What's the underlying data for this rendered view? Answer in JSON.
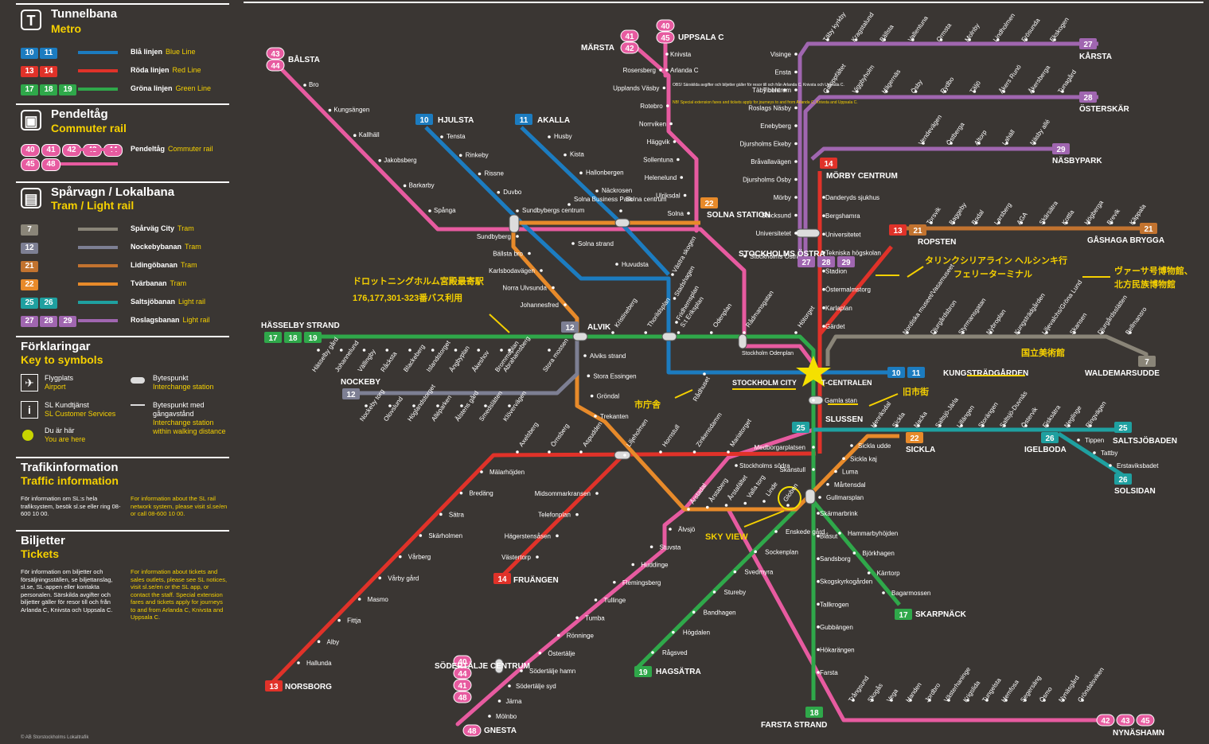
{
  "legend": {
    "metro": {
      "title": "Tunnelbana",
      "subtitle": "Metro",
      "icon": "metro-icon",
      "lines": [
        {
          "badges": [
            "10",
            "11"
          ],
          "color": "#1c7cc0",
          "name": "Blå linjen",
          "en": "Blue Line"
        },
        {
          "badges": [
            "13",
            "14"
          ],
          "color": "#e03229",
          "name": "Röda linjen",
          "en": "Red Line"
        },
        {
          "badges": [
            "17",
            "18",
            "19"
          ],
          "color": "#2fa84a",
          "name": "Gröna linjen",
          "en": "Green Line"
        }
      ]
    },
    "commuter": {
      "title": "Pendeltåg",
      "subtitle": "Commuter rail",
      "icon": "commuter-train-icon",
      "badges": [
        "40",
        "41",
        "42",
        "43",
        "44",
        "45",
        "48"
      ],
      "color": "#e75ba0",
      "name": "Pendeltåg",
      "en": "Commuter rail"
    },
    "tram": {
      "title": "Spårvagn / Lokalbana",
      "subtitle": "Tram / Light rail",
      "icon": "tram-icon",
      "lines": [
        {
          "badges": [
            "7"
          ],
          "color": "#8a8578",
          "name": "Spårväg City",
          "en": "Tram"
        },
        {
          "badges": [
            "12"
          ],
          "color": "#7d7f93",
          "name": "Nockebybanan",
          "en": "Tram"
        },
        {
          "badges": [
            "21"
          ],
          "color": "#c2732f",
          "name": "Lidingöbanan",
          "en": "Tram"
        },
        {
          "badges": [
            "22"
          ],
          "color": "#e78a2a",
          "name": "Tvärbanan",
          "en": "Tram"
        },
        {
          "badges": [
            "25",
            "26"
          ],
          "color": "#1fa0a0",
          "name": "Saltsjöbanan",
          "en": "Light rail"
        },
        {
          "badges": [
            "27",
            "28",
            "29"
          ],
          "color": "#a066b0",
          "name": "Roslagsbanan",
          "en": "Light rail"
        }
      ]
    },
    "key": {
      "title": "Förklaringar",
      "subtitle": "Key to symbols",
      "airport": "Flygplats",
      "airport_en": "Airport",
      "sl": "SL Kundtjänst",
      "sl_en": "SL Customer Services",
      "here": "Du är här",
      "here_en": "You are here",
      "interchange": "Bytespunkt",
      "interchange_en": "Interchange station",
      "walk": "Bytespunkt med gångavstånd",
      "walk_en": "Interchange station within walking distance"
    },
    "traffic": {
      "title": "Trafikinformation",
      "subtitle": "Traffic information",
      "sv": "För information om SL:s hela trafiksystem, besök sl.se eller ring 08-600 10 00.",
      "en": "For information about the SL rail network system, please visit sl.se/en or call 08-600 10 00."
    },
    "tickets": {
      "title": "Biljetter",
      "subtitle": "Tickets",
      "sv": "För information om biljetter och försäljningsställen, se biljettanslag, sl.se, SL-appen eller kontakta personalen. Särskilda avgifter och biljetter gäller för resor till och från Arlanda C, Knivsta och Uppsala C.",
      "en": "For information about tickets and sales outlets, please see SL notices, visit sl.se/en or the SL app, or contact the staff. Special extension fares and tickets apply for journeys to and from Arlanda C, Knivsta and Uppsala C."
    },
    "copyright": "© AB Storstockholms Lokaltrafik"
  },
  "map": {
    "colors": {
      "blue": "#1c7cc0",
      "red": "#e03229",
      "green": "#2fa84a",
      "pink": "#e75ba0",
      "orange": "#e78a2a",
      "brown": "#c2732f",
      "gray": "#8a8578",
      "slate": "#7d7f93",
      "teal": "#1fa0a0",
      "purple": "#a066b0",
      "annotation": "#f5d000"
    },
    "terminals": [
      {
        "name": "BÅLSTA",
        "lines": [
          "43",
          "44"
        ]
      },
      {
        "name": "MÄRSTA",
        "lines": [
          "41",
          "42"
        ]
      },
      {
        "name": "UPPSALA C",
        "lines": [
          "40",
          "45"
        ]
      },
      {
        "name": "HJULSTA",
        "lines": [
          "10"
        ]
      },
      {
        "name": "AKALLA",
        "lines": [
          "11"
        ]
      },
      {
        "name": "KÅRSTA",
        "lines": [
          "27"
        ]
      },
      {
        "name": "ÖSTERSKÄR",
        "lines": [
          "28"
        ]
      },
      {
        "name": "NÄSBYPARK",
        "lines": [
          "29"
        ]
      },
      {
        "name": "MÖRBY CENTRUM",
        "lines": [
          "14"
        ]
      },
      {
        "name": "ROPSTEN",
        "lines": [
          "13",
          "21"
        ]
      },
      {
        "name": "GÅSHAGA BRYGGA",
        "lines": [
          "21"
        ]
      },
      {
        "name": "SOLNA STATION",
        "lines": [
          "22"
        ]
      },
      {
        "name": "HÄSSELBY STRAND",
        "lines": [
          "17",
          "18",
          "19"
        ]
      },
      {
        "name": "ALVIK",
        "lines": [
          "12"
        ]
      },
      {
        "name": "NOCKEBY",
        "lines": [
          "12"
        ]
      },
      {
        "name": "KUNGSTRÄDGÅRDEN",
        "lines": [
          "10",
          "11"
        ]
      },
      {
        "name": "WALDEMARSUDDE",
        "lines": [
          "7"
        ]
      },
      {
        "name": "SALTSJÖBADEN",
        "lines": [
          "25"
        ]
      },
      {
        "name": "IGELBODA",
        "lines": [
          "26"
        ]
      },
      {
        "name": "SOLSIDAN",
        "lines": [
          "26"
        ]
      },
      {
        "name": "SICKLA",
        "lines": [
          "22"
        ]
      },
      {
        "name": "SLUSSEN",
        "lines": [
          "25"
        ]
      },
      {
        "name": "FRUÄNGEN",
        "lines": [
          "14"
        ]
      },
      {
        "name": "NORSBORG",
        "lines": [
          "13"
        ]
      },
      {
        "name": "SÖDERTÄLJE CENTRUM",
        "lines": [
          "40",
          "44",
          "41",
          "48"
        ]
      },
      {
        "name": "GNESTA",
        "lines": [
          "48"
        ]
      },
      {
        "name": "HAGSÄTRA",
        "lines": [
          "19"
        ]
      },
      {
        "name": "SKARPNÄCK",
        "lines": [
          "17"
        ]
      },
      {
        "name": "FARSTA STRAND",
        "lines": [
          "18"
        ]
      },
      {
        "name": "NYNÄSHAMN",
        "lines": [
          "42",
          "43",
          "45"
        ]
      },
      {
        "name": "STOCKHOLMS ÖSTRA",
        "lines": [
          "27",
          "28",
          "29"
        ]
      }
    ],
    "stations": {
      "balsta": [
        "Bro",
        "Kungsängen",
        "Kallhäll",
        "Jakobsberg",
        "Barkarby",
        "Spånga"
      ],
      "marsta": [
        "Rosersberg",
        "Upplands Väsby",
        "Rotebro",
        "Norrviken",
        "Häggvik",
        "Sollentuna",
        "Helenelund",
        "Ulriksdal",
        "Solna"
      ],
      "uppsala": [
        "Knivsta",
        "Arlanda C"
      ],
      "hjulsta": [
        "Tensta",
        "Rinkeby",
        "Rissne",
        "Duvbo",
        "Sundbybergs centrum",
        "Solna strand",
        "Huvudsta",
        "Västra skogen",
        "Stadshagen",
        "Fridhemsplan",
        "Rådhuset"
      ],
      "akalla": [
        "Husby",
        "Kista",
        "Hallonbergen",
        "Näckrosen",
        "Solna centrum",
        "Solna Business Park"
      ],
      "green_west": [
        "Hässelby gård",
        "Johannelund",
        "Vällingby",
        "Råcksta",
        "Blackeberg",
        "Islandstorget",
        "Ängbyplan",
        "Åkeshov",
        "Brommaplan",
        "Abrahamsberg",
        "Stora mossen",
        "Kristineberg",
        "Thorildsplan",
        "S:t Eriksplan",
        "Odenplan",
        "Rådmansgatan",
        "Hötorget",
        "Gamla stan"
      ],
      "nockeby": [
        "Nockeby torg",
        "Olovslund",
        "Höglandstorget",
        "Alléparken",
        "Ålstens gård",
        "Smedslätten",
        "Klövervägen"
      ],
      "tvarbanan": [
        "Sundbyberg",
        "Bällsta bro",
        "Karlsbodavägen",
        "Norra Ulvsunda",
        "Johannesfred",
        "Alviks strand",
        "Stora Essingen",
        "Gröndal",
        "Trekanten",
        "Liljeholmen",
        "Årstadal",
        "Årstaberg",
        "Årstafältet",
        "Valla torg",
        "Linde",
        "Globen",
        "Gullmarsplan",
        "Mårtensdal",
        "Luma",
        "Sickla kaj",
        "Sickla udde"
      ],
      "red_north": [
        "Danderyds sjukhus",
        "Bergshamra",
        "Universitetet",
        "Tekniska högskolan",
        "Stadion",
        "Östermalmstorg",
        "Karlaplan",
        "Gärdet"
      ],
      "roslags": [
        "Visinge",
        "Ensta",
        "Täby centrum",
        "Roslags Näsby",
        "Enebyberg",
        "Djursholms Ekeby",
        "Bråvallavägen",
        "Djursholms Ösby",
        "Mörby",
        "Stocksund",
        "Universitetet",
        "Stockholms Östra",
        "Galoppfältet",
        "Viggbyholm",
        "Hägernäs",
        "Ösby",
        "Rydbo",
        "Täljö",
        "Åkers Runö",
        "Åkersberga",
        "Tunagård",
        "Vendevägen",
        "Östberga",
        "Altorp",
        "Lahäll",
        "Näsby allé",
        "Tibble",
        "Täby kyrkby",
        "Kragstalund",
        "Bällsta",
        "Vallentuna",
        "Ormsta",
        "Molnby",
        "Lindholmen",
        "Frösunda",
        "Ekskogen"
      ],
      "lidingo": [
        "Torsvik",
        "Baggeby",
        "Bodal",
        "Larsberg",
        "AGA",
        "Skärsätra",
        "Kottla",
        "Högberga",
        "Brevik",
        "Käppala"
      ],
      "tram_city": [
        "Nordiska museet/Vasamuseet",
        "Djurgårdsbron",
        "Styrmansgatan",
        "Nybroplan",
        "Kungsträdgården",
        "Liljevalchs/Gröna Lund",
        "Skansen",
        "Djurgårdsslätten",
        "Bellmansro"
      ],
      "saltsjo": [
        "Henriksdal",
        "Sickla",
        "Nacka",
        "Saltsjö-Järla",
        "Lillängen",
        "Storängen",
        "Saltsjö-Duvnäs",
        "Östervik",
        "Fisksätra",
        "Neglinge",
        "Ringvägen",
        "Tippen",
        "Tattby",
        "Erstaviksbadet"
      ],
      "red_south": [
        "Mariatorget",
        "Zinkensdamm",
        "Hornstull",
        "Midsommarkransen",
        "Telefonplan",
        "Hägerstensåsen",
        "Västertorp",
        "Aspudden",
        "Örnsberg",
        "Axelsberg",
        "Mälarhöjden",
        "Bredäng",
        "Sätra",
        "Skärholmen",
        "Vårberg",
        "Vårby gård",
        "Masmo",
        "Fittja",
        "Alby",
        "Hallunda"
      ],
      "green_south": [
        "Medborgarplatsen",
        "Skanstull",
        "Skärmarbrink",
        "Blåsut",
        "Sandsborg",
        "Skogskyrkogården",
        "Tallkrogen",
        "Gubbängen",
        "Hökarängen",
        "Farsta",
        "Hammarbyhöjden",
        "Björkhagen",
        "Kärrtorp",
        "Bagarmossen",
        "Enskede gård",
        "Sockenplan",
        "Svedmyra",
        "Stureby",
        "Bandhagen",
        "Högdalen",
        "Rågsved"
      ],
      "pink_south": [
        "Stockholms södra",
        "Årstaberg",
        "Älvsjö",
        "Stuvsta",
        "Huddinge",
        "Flemingsberg",
        "Tullinge",
        "Tumba",
        "Rönninge",
        "Östertälje",
        "Södertälje hamn",
        "Södertälje syd",
        "Järna",
        "Mölnbo",
        "Farsta strand",
        "Trångsund",
        "Skogås",
        "Vega",
        "Handen",
        "Jordbro",
        "Västerhaninge",
        "Krigslida",
        "Tungelsta",
        "Hemfosa",
        "Segersäng",
        "Ösmo",
        "Nynäsgård",
        "Gröndalsviken"
      ]
    },
    "center": {
      "name": "STOCKHOLM CITY",
      "name2": "T-CENTRALEN",
      "odenplan": "Stockholm Odenplan"
    },
    "note": {
      "sv": "OBS! Särskilda avgifter och biljetter gäller för resor till och från Arlanda C, Knivsta och Uppsala C.",
      "en": "NB! Special extension fares and tickets apply for journeys to and from Arlanda C, Knivsta and Uppsala C."
    },
    "annotations": [
      {
        "text": "ドロットニングホルム宮殿最寄駅"
      },
      {
        "text": "176,177,301-323番バス利用"
      },
      {
        "text": "市庁舎"
      },
      {
        "text": "旧市街"
      },
      {
        "text": "タリンクシリアライン ヘルシンキ行"
      },
      {
        "text": "フェリーターミナル"
      },
      {
        "text": "ヴァーサ号博物館、"
      },
      {
        "text": "北方民族博物館"
      },
      {
        "text": "国立美術館"
      },
      {
        "text": "SKY VIEW"
      }
    ]
  }
}
